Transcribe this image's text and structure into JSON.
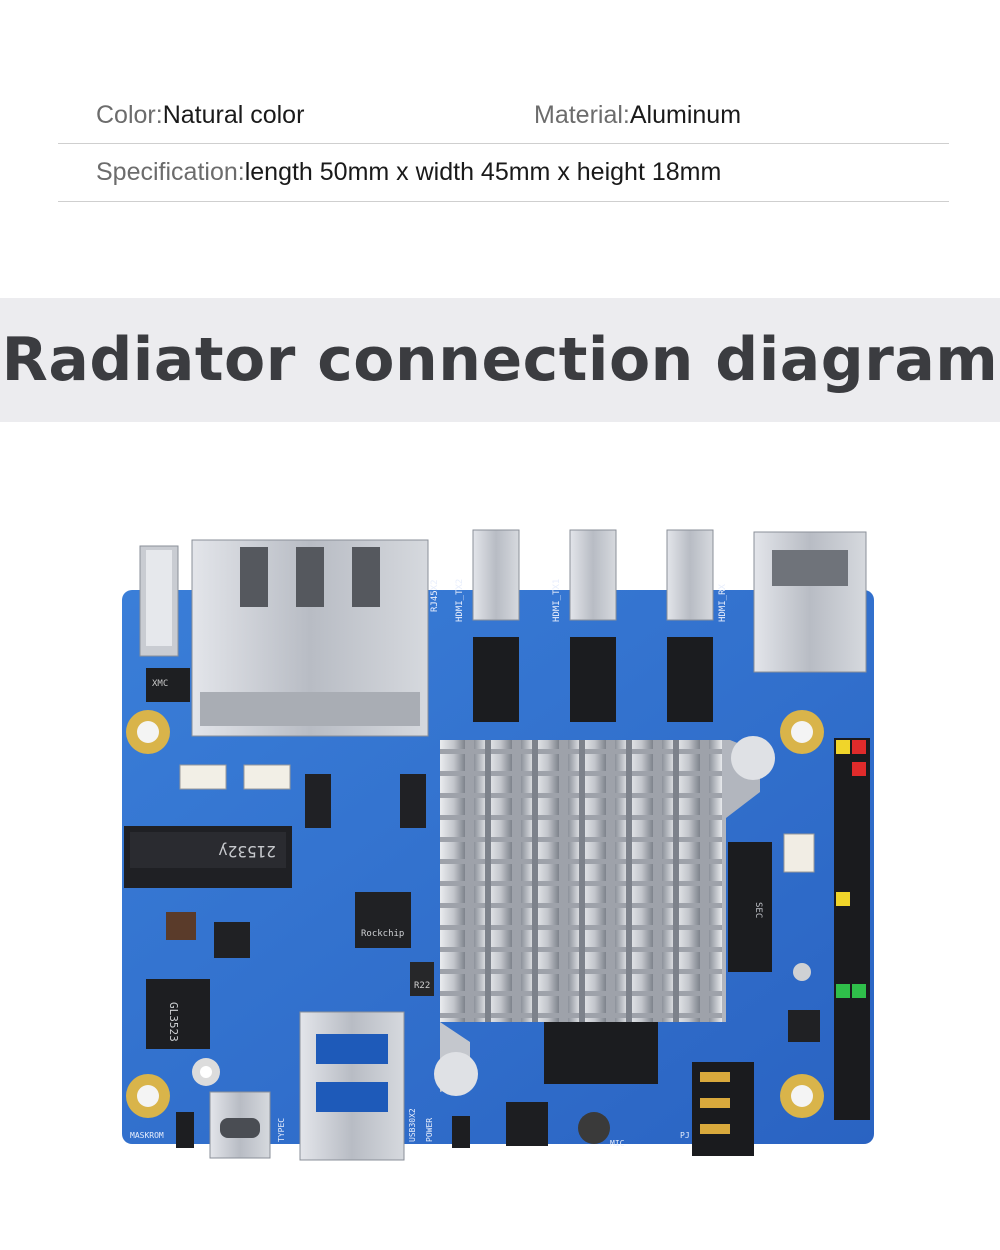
{
  "specs": {
    "color": {
      "key": "Color:",
      "value": "Natural color"
    },
    "material": {
      "key": "Material:",
      "value": "Aluminum"
    },
    "specification": {
      "key": "Specification:",
      "value": "length 50mm x width 45mm x height 18mm"
    }
  },
  "banner": {
    "title": "Radiator connection diagram"
  },
  "board": {
    "board_color": "#2f6fcf",
    "heatsink_color": "#c9ccd3",
    "silkscreen": {
      "rj45": "RJ45X2",
      "hdmi_tx2": "HDMI_TX2",
      "hdmi_tx1": "HDMI_TX1",
      "hdmi_rx": "HDMI_RX",
      "xmc": "XMC",
      "m2_label": "21532y",
      "gl_chip": "GL3523",
      "rockchip": "Rockchip",
      "r22": "R22",
      "maskrom": "MASKROM",
      "usb30": "USB30X2",
      "power": "POWER",
      "mic": "MIC",
      "pj": "PJ",
      "typec": "TYPEC",
      "sec": "SEC"
    }
  }
}
